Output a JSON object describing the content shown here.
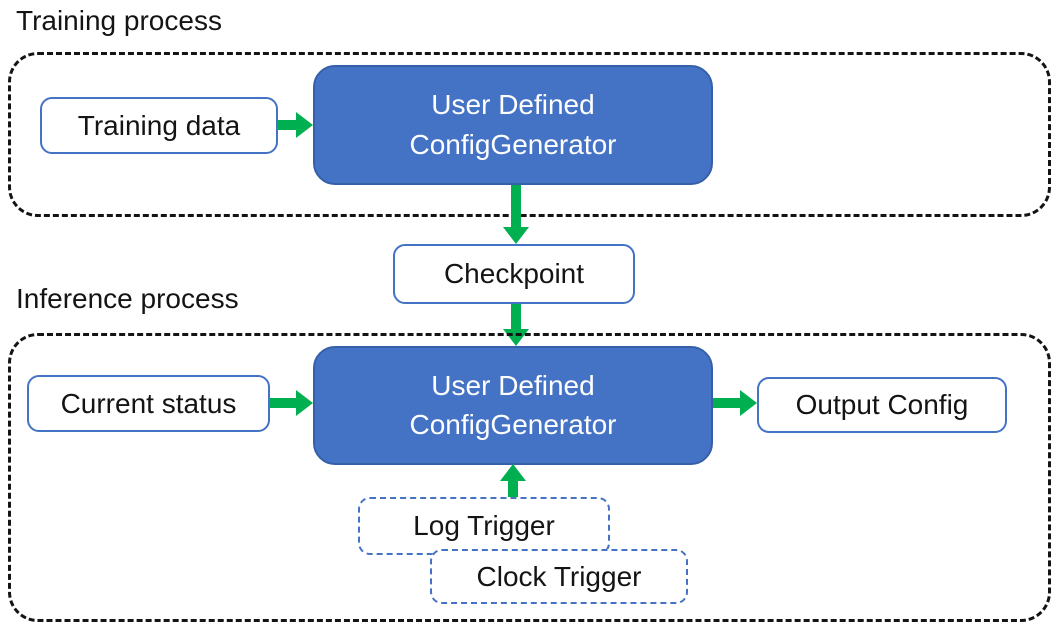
{
  "colors": {
    "accent_blue": "#4472C4",
    "accent_blue_dark": "#355FA8",
    "arrow_green": "#00B050",
    "ink": "#141414"
  },
  "training": {
    "section_label": "Training process",
    "input_label": "Training data",
    "generator_line1": "User Defined",
    "generator_line2": "ConfigGenerator"
  },
  "checkpoint_label": "Checkpoint",
  "inference": {
    "section_label": "Inference process",
    "input_label": "Current status",
    "generator_line1": "User Defined",
    "generator_line2": "ConfigGenerator",
    "output_label": "Output Config",
    "log_trigger_label": "Log Trigger",
    "clock_trigger_label": "Clock Trigger"
  }
}
